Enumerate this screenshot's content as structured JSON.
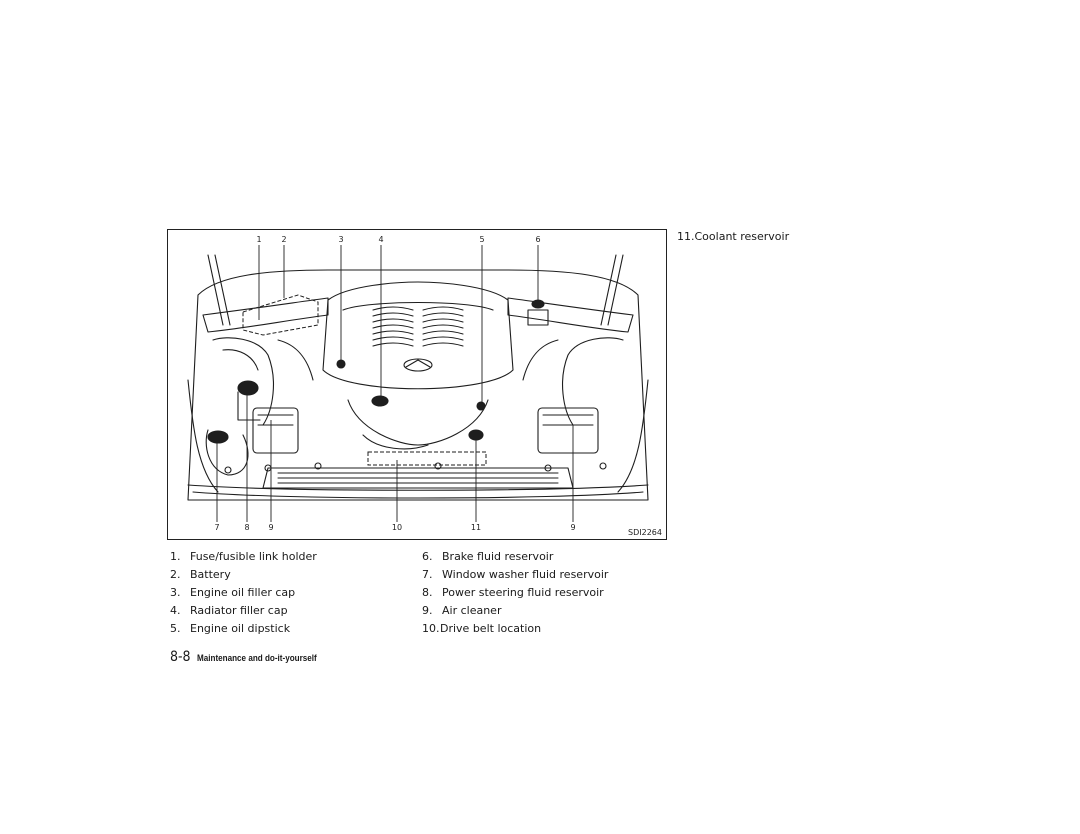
{
  "figure": {
    "code": "SDI2264",
    "top_callouts": [
      "1",
      "2",
      "3",
      "4",
      "5",
      "6"
    ],
    "bottom_callouts": [
      "7",
      "8",
      "9",
      "10",
      "11",
      "9"
    ]
  },
  "legend_left": [
    {
      "num": "1.",
      "label": "Fuse/fusible link holder"
    },
    {
      "num": "2.",
      "label": "Battery"
    },
    {
      "num": "3.",
      "label": "Engine oil filler cap"
    },
    {
      "num": "4.",
      "label": "Radiator filler cap"
    },
    {
      "num": "5.",
      "label": "Engine oil dipstick"
    }
  ],
  "legend_right": [
    {
      "num": "6.",
      "label": "Brake fluid reservoir"
    },
    {
      "num": "7.",
      "label": "Window washer fluid reservoir"
    },
    {
      "num": "8.",
      "label": "Power steering fluid reservoir"
    },
    {
      "num": "9.",
      "label": "Air cleaner"
    },
    {
      "num": "10.",
      "label": "Drive belt location"
    }
  ],
  "legend_extra": {
    "num": "11.",
    "label": "Coolant reservoir"
  },
  "footer": {
    "page": "8-8",
    "section": "Maintenance and do-it-yourself"
  }
}
